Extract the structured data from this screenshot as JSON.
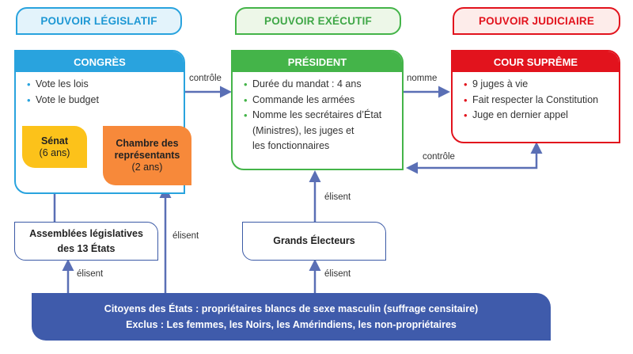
{
  "headers": {
    "legislative": "POUVOIR LÉGISLATIF",
    "executive": "POUVOIR EXÉCUTIF",
    "judicial": "POUVOIR JUDICIAIRE"
  },
  "congress": {
    "title": "CONGRÈS",
    "items": [
      "Vote les lois",
      "Vote le budget"
    ],
    "senate": {
      "title": "Sénat",
      "term": "(6 ans)"
    },
    "house": {
      "title_line1": "Chambre des",
      "title_line2": "représentants",
      "term": "(2 ans)"
    }
  },
  "president": {
    "title": "PRÉSIDENT",
    "items": [
      "Durée du mandat : 4 ans",
      "Commande les armées",
      "Nomme les secrétaires d’État",
      "(Ministres), les juges et",
      "les fonctionnaires"
    ]
  },
  "court": {
    "title": "COUR SUPRÊME",
    "items": [
      "9 juges à vie",
      "Fait respecter la Constitution",
      "Juge en dernier appel"
    ]
  },
  "assemblies": {
    "line1": "Assemblées législatives",
    "line2": "des 13 États"
  },
  "electors": {
    "label": "Grands Électeurs"
  },
  "citizens": {
    "line1": "Citoyens des États : propriétaires blancs de sexe masculin (suffrage censitaire)",
    "line2": "Exclus : Les femmes, les Noirs, les Amérindiens, les non-propriétaires"
  },
  "arrows": {
    "controle_top": "contrôle",
    "nomme": "nomme",
    "controle_bottom": "contrôle",
    "elisent_assemblies": "élisent",
    "elisent_house": "élisent",
    "elisent_electors": "élisent",
    "elisent_president": "élisent"
  },
  "colors": {
    "legislative": "#29a3de",
    "legislative_fill": "#e3f3fb",
    "executive": "#44b449",
    "executive_fill": "#edf7e8",
    "judicial": "#e2131d",
    "judicial_fill": "#fdecea",
    "senate": "#fcc21a",
    "house": "#f7893a",
    "navy": "#3f5bab"
  }
}
